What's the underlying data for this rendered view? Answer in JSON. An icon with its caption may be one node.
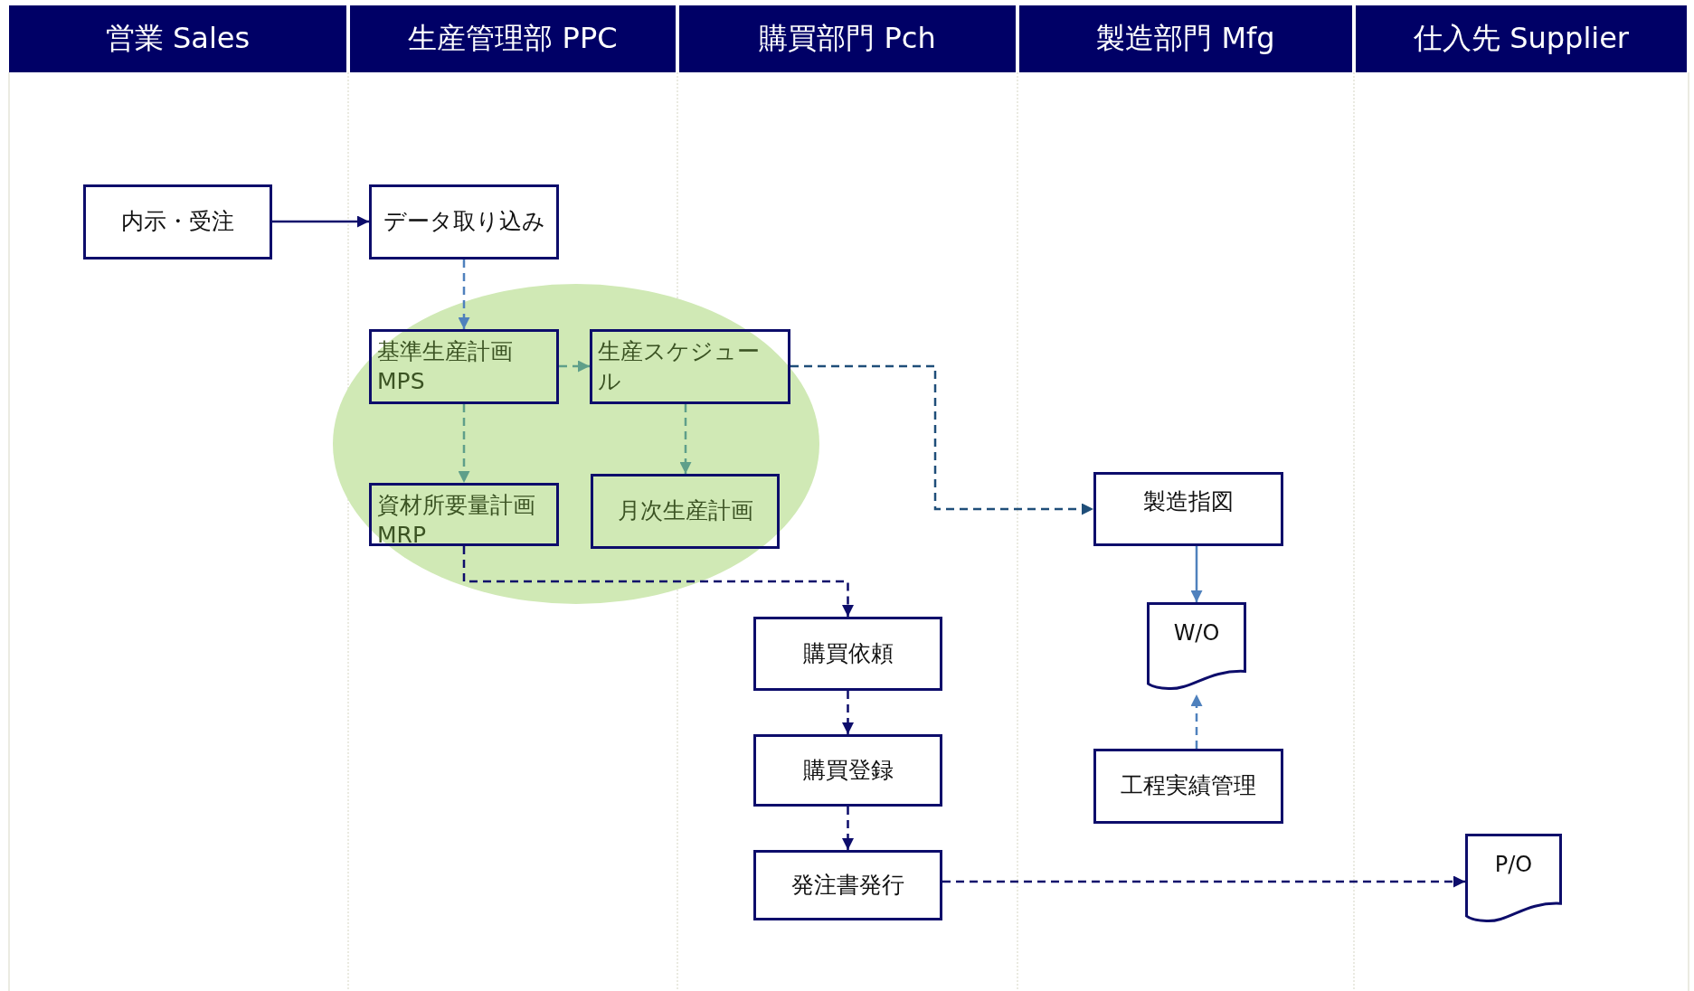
{
  "diagram": {
    "nodes": [
      {
        "text": [
          "営業 Sales"
        ]
      },
      {
        "text": [
          "生産管理部 PPC"
        ]
      },
      {
        "text": [
          "購買部門 Pch"
        ]
      },
      {
        "text": [
          "製造部門 Mfg"
        ]
      },
      {
        "text": [
          "仕入先 Supplier"
        ]
      },
      {
        "text": [
          "内示・受注"
        ]
      },
      {
        "text": [
          "データ取り込み"
        ]
      },
      {
        "text": [
          "基準生産計画 MPS"
        ]
      },
      {
        "text": [
          "生産スケジュール"
        ]
      },
      {
        "text": [
          "資材所要量計画 MRP"
        ]
      },
      {
        "text": [
          "月次生産計画"
        ]
      },
      {
        "text": [
          "製造指図"
        ]
      },
      {
        "text": [
          "W/O"
        ]
      },
      {
        "text": [
          "購買依頼"
        ]
      },
      {
        "text": [
          "工程実績管理"
        ]
      },
      {
        "text": [
          "購買登録"
        ]
      },
      {
        "text": [
          "発注書発行"
        ]
      },
      {
        "text": [
          "P/O"
        ]
      }
    ],
    "edges": [
      {
        "from": 5,
        "to": 6,
        "arrow": "to"
      },
      {
        "from": 6,
        "to": 7,
        "arrow": "to",
        "style": "dashed",
        "color": "#4f81bd"
      },
      {
        "from": 7,
        "to": 8,
        "arrow": "to",
        "style": "dashed",
        "color": "#5f9f8a"
      },
      {
        "from": 7,
        "to": 9,
        "arrow": "to",
        "style": "dashed",
        "color": "#5f9f8a"
      },
      {
        "from": 8,
        "to": 10,
        "arrow": "to",
        "style": "dashed",
        "color": "#5f9f8a"
      },
      {
        "from": 8,
        "to": 11,
        "arrow": "to",
        "style": "dashed",
        "color": "#1f4e79"
      },
      {
        "from": 9,
        "to": 13,
        "arrow": "to",
        "style": "dashed"
      },
      {
        "from": 11,
        "to": 12,
        "arrow": "to",
        "color": "#4f81bd"
      },
      {
        "from": 14,
        "to": 12,
        "arrow": "to",
        "style": "dashed",
        "color": "#4f81bd"
      },
      {
        "from": 13,
        "to": 15,
        "arrow": "to",
        "style": "dashed"
      },
      {
        "from": 15,
        "to": 16,
        "arrow": "to",
        "style": "dashed"
      },
      {
        "from": 16,
        "to": 17,
        "arrow": "to",
        "style": "dashed"
      }
    ]
  }
}
